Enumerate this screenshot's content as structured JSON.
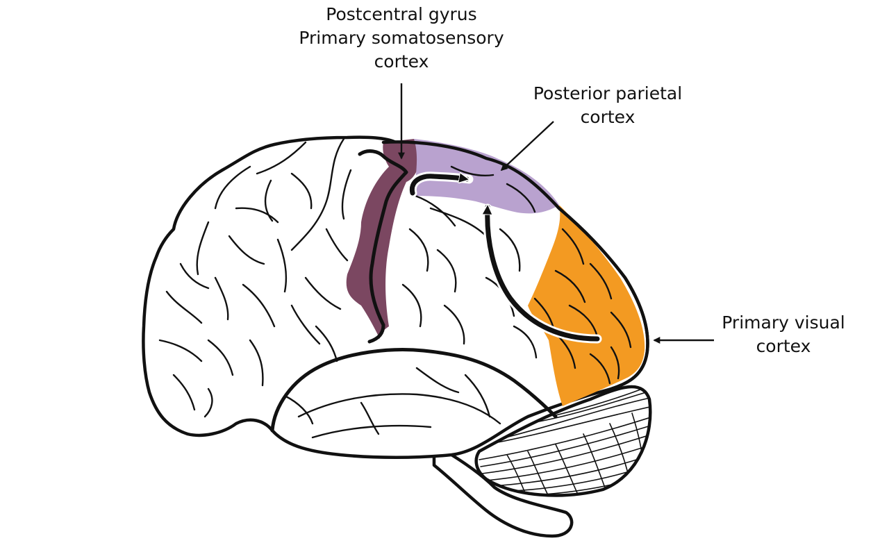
{
  "labels": {
    "postcentral": {
      "line1": "Postcentral gyrus",
      "line2": "Primary somatosensory",
      "line3": "cortex"
    },
    "posterior_parietal": {
      "line1": "Posterior parietal",
      "line2": "cortex"
    },
    "primary_visual": {
      "line1": "Primary visual",
      "line2": "cortex"
    }
  },
  "colors": {
    "postcentral_gyrus": "#7b4761",
    "posterior_parietal_cortex": "#b9a2cf",
    "primary_visual_cortex": "#f39a22",
    "outline": "#111111",
    "background": "#ffffff"
  },
  "icons": {
    "somatosensory_flow": "curved-arrow-icon",
    "visual_flow": "curved-arrow-icon",
    "label_pointers": "arrow-pointer-icon"
  }
}
